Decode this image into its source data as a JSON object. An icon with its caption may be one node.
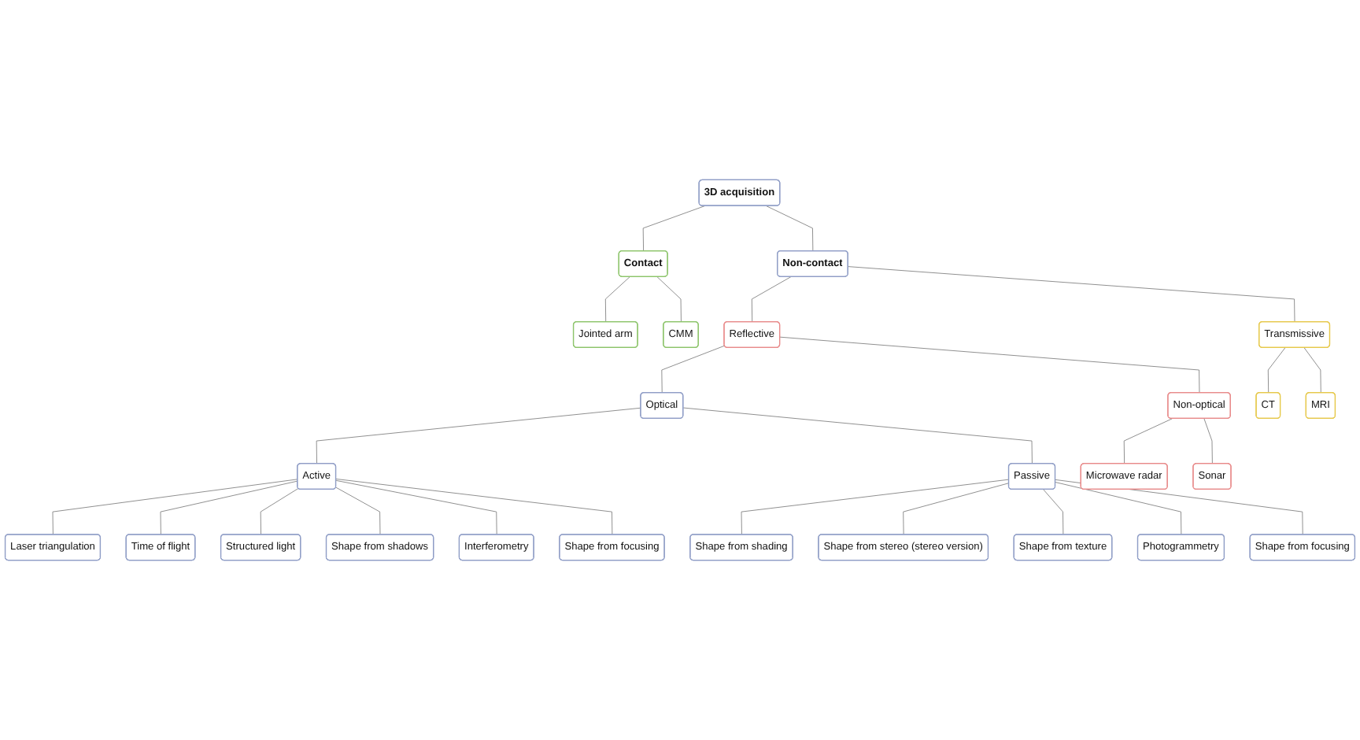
{
  "diagram": {
    "nodes": [
      {
        "text": [
          "3D acquisition"
        ]
      },
      {
        "text": [
          "Contact"
        ]
      },
      {
        "text": [
          "Non-contact"
        ]
      },
      {
        "text": [
          "Jointed arm"
        ]
      },
      {
        "text": [
          "CMM"
        ]
      },
      {
        "text": [
          "Reflective"
        ]
      },
      {
        "text": [
          "Transmissive"
        ]
      },
      {
        "text": [
          "Optical"
        ]
      },
      {
        "text": [
          "Non-optical"
        ]
      },
      {
        "text": [
          "CT"
        ]
      },
      {
        "text": [
          "MRI"
        ]
      },
      {
        "text": [
          "Active"
        ]
      },
      {
        "text": [
          "Passive"
        ]
      },
      {
        "text": [
          "Microwave radar"
        ]
      },
      {
        "text": [
          "Sonar"
        ]
      },
      {
        "text": [
          "Laser triangulation"
        ]
      },
      {
        "text": [
          "Time of flight"
        ]
      },
      {
        "text": [
          "Structured light"
        ]
      },
      {
        "text": [
          "Shape from shadows"
        ]
      },
      {
        "text": [
          "Interferometry"
        ]
      },
      {
        "text": [
          "Shape from focusing"
        ]
      },
      {
        "text": [
          "Shape from shading"
        ]
      },
      {
        "text": [
          "Shape from stereo (stereo version)"
        ]
      },
      {
        "text": [
          "Shape from texture"
        ]
      },
      {
        "text": [
          "Photogrammetry"
        ]
      },
      {
        "text": [
          "Shape from focusing"
        ]
      }
    ],
    "edges": [
      {
        "from": 0,
        "to": 1,
        "arrow": "none"
      },
      {
        "from": 0,
        "to": 2,
        "arrow": "none"
      },
      {
        "from": 1,
        "to": 3,
        "arrow": "none"
      },
      {
        "from": 1,
        "to": 4,
        "arrow": "none"
      },
      {
        "from": 2,
        "to": 5,
        "arrow": "none"
      },
      {
        "from": 2,
        "to": 6,
        "arrow": "none"
      },
      {
        "from": 5,
        "to": 7,
        "arrow": "none"
      },
      {
        "from": 5,
        "to": 8,
        "arrow": "none"
      },
      {
        "from": 6,
        "to": 9,
        "arrow": "none"
      },
      {
        "from": 6,
        "to": 10,
        "arrow": "none"
      },
      {
        "from": 7,
        "to": 11,
        "arrow": "none"
      },
      {
        "from": 7,
        "to": 12,
        "arrow": "none"
      },
      {
        "from": 8,
        "to": 13,
        "arrow": "none"
      },
      {
        "from": 8,
        "to": 14,
        "arrow": "none"
      },
      {
        "from": 11,
        "to": 15,
        "arrow": "none"
      },
      {
        "from": 11,
        "to": 16,
        "arrow": "none"
      },
      {
        "from": 11,
        "to": 17,
        "arrow": "none"
      },
      {
        "from": 11,
        "to": 18,
        "arrow": "none"
      },
      {
        "from": 11,
        "to": 19,
        "arrow": "none"
      },
      {
        "from": 11,
        "to": 20,
        "arrow": "none"
      },
      {
        "from": 12,
        "to": 21,
        "arrow": "none"
      },
      {
        "from": 12,
        "to": 22,
        "arrow": "none"
      },
      {
        "from": 12,
        "to": 23,
        "arrow": "none"
      },
      {
        "from": 12,
        "to": 24,
        "arrow": "none"
      },
      {
        "from": 12,
        "to": 25,
        "arrow": "none"
      }
    ]
  }
}
